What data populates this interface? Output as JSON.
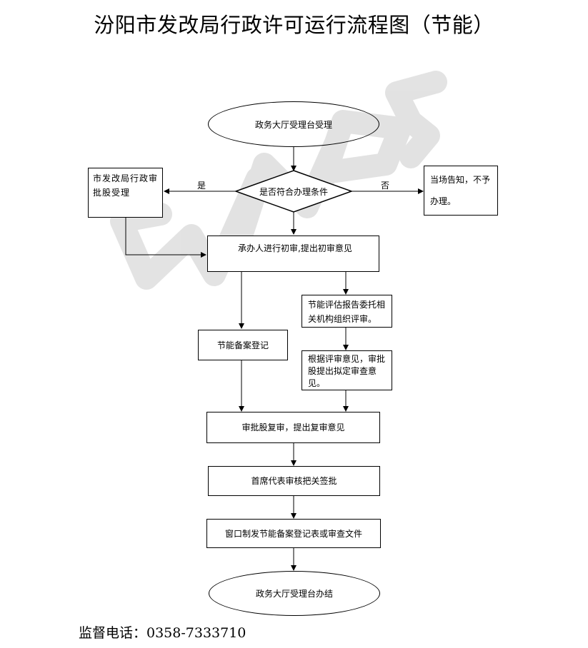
{
  "title": "汾阳市发改局行政许可运行流程图（节能）",
  "nodes": {
    "start": "政务大厅受理台受理",
    "decision": "是否符合办理条件",
    "approve_dept": "市发改局行政审批股受理",
    "reject": "当场告知，不予办理。",
    "initial_review": "承办人进行初审,提出初审意见",
    "entrust_review": "节能评估报告委托相关机构组织评审。",
    "filing": "节能备案登记",
    "draft_opinion": "根据评审意见，审批股提出拟定审查意见。",
    "re_review": "审批股复审，提出复审意见",
    "chief_sign": "首席代表审核把关签批",
    "issue_docs": "窗口制发节能备案登记表或审查文件",
    "end": "政务大厅受理台办结"
  },
  "edges": {
    "yes_label": "是",
    "no_label": "否"
  },
  "footer": "监督电话：0358-7333710"
}
